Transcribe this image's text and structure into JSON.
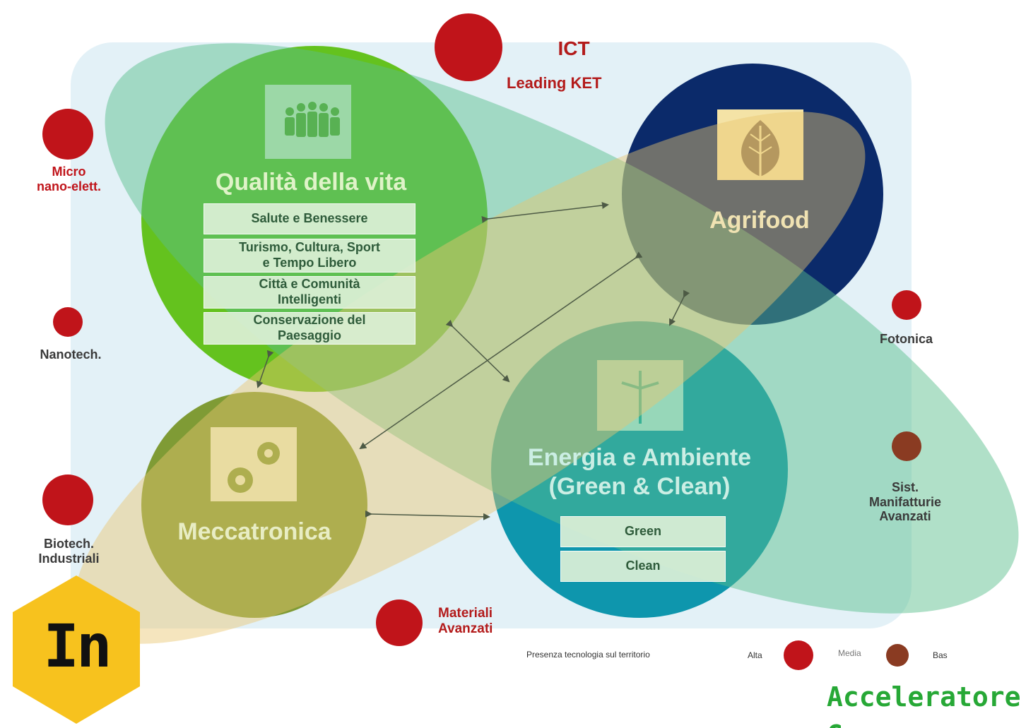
{
  "ket_nodes": {
    "ict": {
      "title": "ICT",
      "subtitle": "Leading KET"
    },
    "micro": "Micro\nnano-elett.",
    "nanotech": "Nanotech.",
    "biotech": "Biotech.\nIndustriali",
    "materiali": "Materiali\nAvanzati",
    "fotonica": "Fotonica",
    "sist": "Sist.\nManifatturie\nAvanzati"
  },
  "areas": {
    "qualita": {
      "title": "Qualità della vita",
      "items": [
        "Salute e Benessere",
        "Turismo, Cultura, Sport\ne Tempo Libero",
        "Città e Comunità\nIntelligenti",
        "Conservazione del\nPaesaggio"
      ],
      "icon": "people-icon"
    },
    "agrifood": {
      "title": "Agrifood",
      "icon": "leaf-icon"
    },
    "meccatronica": {
      "title": "Meccatronica",
      "icon": "gears-icon"
    },
    "energia": {
      "title": "Energia e Ambiente\n(Green & Clean)",
      "items": [
        "Green",
        "Clean"
      ],
      "icon": "wind-turbine-icon"
    }
  },
  "legend": {
    "caption": "Presenza tecnologia sul territorio",
    "levels": [
      "Alta",
      "Media",
      "Bas"
    ]
  },
  "badge": {
    "text": "In"
  },
  "accelerator": {
    "line1": "Acceleratore",
    "line2": "Green"
  },
  "colors": {
    "red": "#c0141a",
    "brown": "#8a3b22",
    "green_circle": "#64c21e",
    "navy": "#0b2a6a",
    "olive": "#7f9b35",
    "teal": "#0e96ad",
    "accent_green": "#27a836",
    "badge_yellow": "#f7c21e"
  }
}
